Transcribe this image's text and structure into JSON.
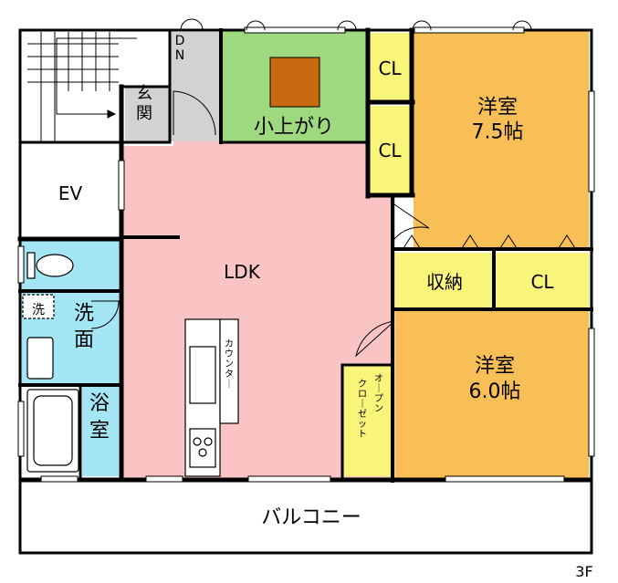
{
  "floor_plan": {
    "floor_label": "3F",
    "stairs_label": "D\nN",
    "colors": {
      "ldk": "#fbc4c4",
      "bedroom": "#f9bf57",
      "closet": "#f9f47a",
      "loft": "#9ed97f",
      "loft_hatch": "#c86a12",
      "water": "#a5e6f5",
      "entry": "#d2d2d2",
      "wall": "#000000"
    },
    "rooms": {
      "entrance": "玄\n関",
      "loft": "小上がり",
      "closet_top_1": "CL",
      "closet_top_2": "CL",
      "bedroom_1": "洋室\n7.5帖",
      "ev": "EV",
      "ldk": "LDK",
      "storage": "収納",
      "closet_mid": "CL",
      "laundry": "洗",
      "washroom": "洗\n面",
      "bathroom": "浴\n室",
      "counter": "カウンター",
      "open_closet": "オープン\nクローゼット",
      "bedroom_2": "洋室\n6.0帖",
      "balcony": "バルコニー"
    }
  }
}
